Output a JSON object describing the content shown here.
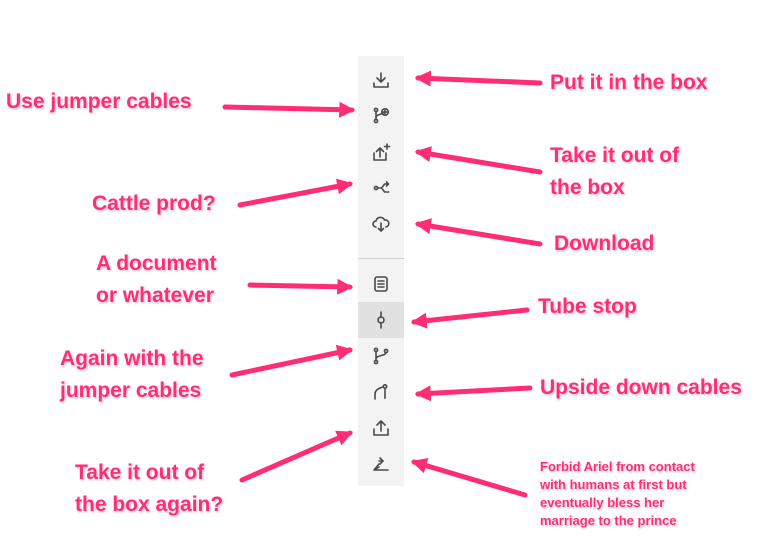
{
  "toolbar": {
    "buttons": [
      {
        "icon": "download-tray-icon"
      },
      {
        "icon": "branch-plus-icon"
      },
      {
        "icon": "upload-plus-icon"
      },
      {
        "icon": "fork-arrow-icon"
      },
      {
        "icon": "cloud-download-icon"
      },
      {
        "icon": "document-lines-icon"
      },
      {
        "icon": "commit-node-icon",
        "active": true
      },
      {
        "icon": "branch-icon"
      },
      {
        "icon": "curved-branch-icon"
      },
      {
        "icon": "upload-tray-icon"
      },
      {
        "icon": "merge-arrow-icon"
      }
    ]
  },
  "annotations": {
    "use_jumper": "Use jumper cables",
    "cattle": "Cattle prod?",
    "document": [
      "A document",
      "or whatever"
    ],
    "again_jumper": [
      "Again with the",
      "jumper cables"
    ],
    "take_out_again": [
      "Take it out of",
      "the box again?"
    ],
    "put_in_box": "Put it in the box",
    "take_out": [
      "Take it out of",
      "the box"
    ],
    "download": "Download",
    "tube_stop": "Tube stop",
    "upside_down": "Upside down cables",
    "ariel": [
      "Forbid Ariel from contact",
      "with humans at first but",
      "eventually bless her",
      "marriage to the prince"
    ]
  },
  "colors": {
    "accent": "#ff2d72",
    "toolbar_bg": "#f3f3f3",
    "active_bg": "#e1e1e1",
    "icon": "#4a4a4a"
  }
}
